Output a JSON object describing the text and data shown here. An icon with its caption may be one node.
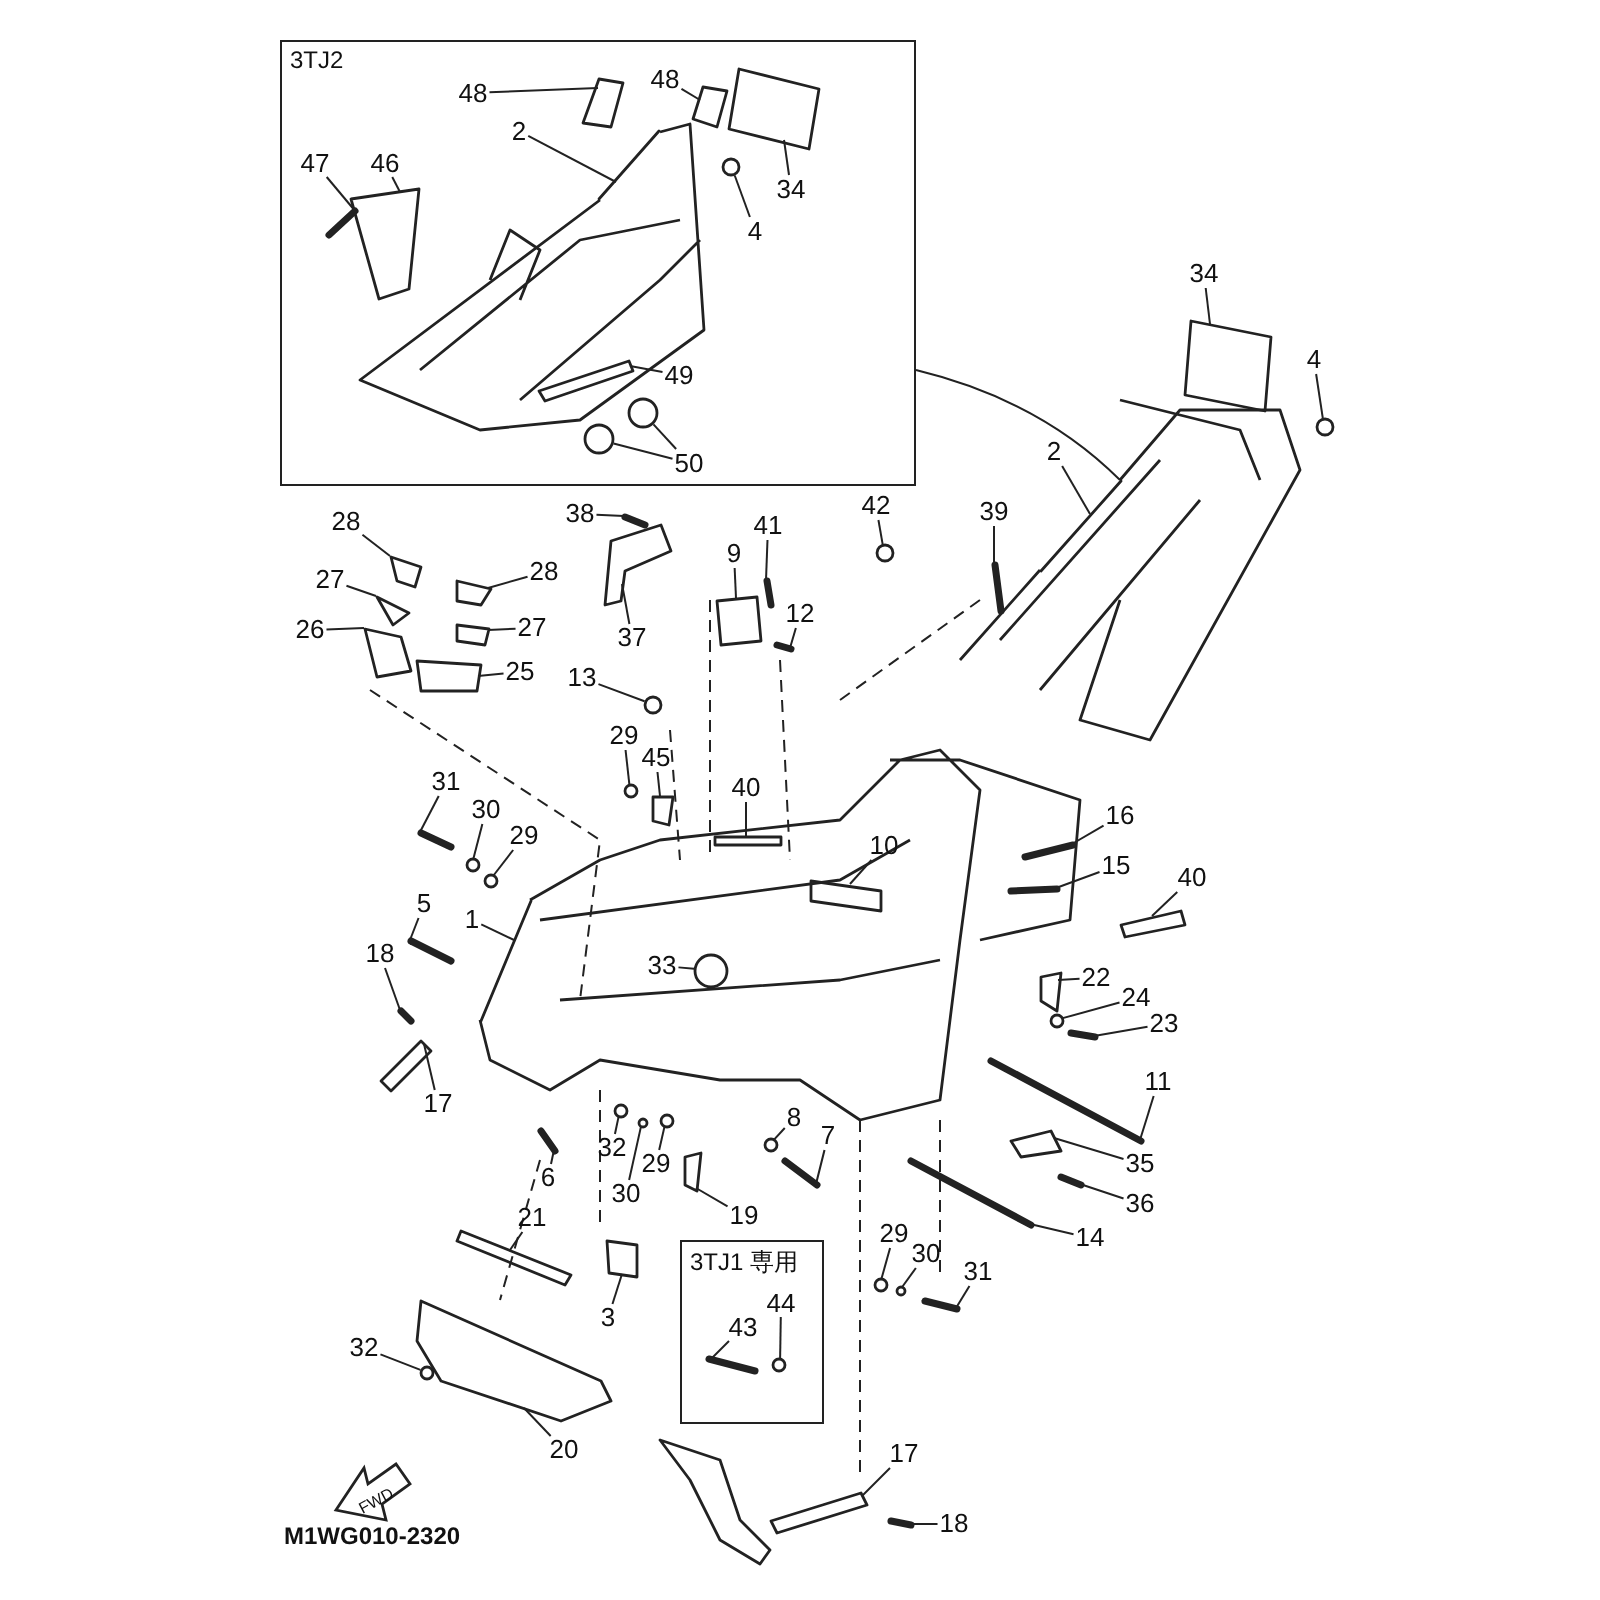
{
  "diagram": {
    "nodes": [
      {
        "text": [
          "3TJ2"
        ]
      },
      {
        "text": [
          "47"
        ],
        "in": 0
      },
      {
        "text": [
          "46"
        ],
        "in": 0
      },
      {
        "text": [
          "48"
        ],
        "in": 0
      },
      {
        "text": [
          "48"
        ],
        "in": 0
      },
      {
        "text": [
          "2"
        ],
        "in": 0
      },
      {
        "text": [
          "34"
        ],
        "in": 0
      },
      {
        "text": [
          "4"
        ],
        "in": 0
      },
      {
        "text": [
          "49"
        ],
        "in": 0
      },
      {
        "text": [
          "50"
        ],
        "in": 0
      },
      {
        "text": [
          "34"
        ]
      },
      {
        "text": [
          "4"
        ]
      },
      {
        "text": [
          "2"
        ]
      },
      {
        "text": [
          "42"
        ]
      },
      {
        "text": [
          "39"
        ]
      },
      {
        "text": [
          "38"
        ]
      },
      {
        "text": [
          "9"
        ]
      },
      {
        "text": [
          "41"
        ]
      },
      {
        "text": [
          "12"
        ]
      },
      {
        "text": [
          "28"
        ]
      },
      {
        "text": [
          "28"
        ]
      },
      {
        "text": [
          "27"
        ]
      },
      {
        "text": [
          "27"
        ]
      },
      {
        "text": [
          "26"
        ]
      },
      {
        "text": [
          "25"
        ]
      },
      {
        "text": [
          "37"
        ]
      },
      {
        "text": [
          "13"
        ]
      },
      {
        "text": [
          "29"
        ]
      },
      {
        "text": [
          "45"
        ]
      },
      {
        "text": [
          "40"
        ]
      },
      {
        "text": [
          "31"
        ]
      },
      {
        "text": [
          "30"
        ]
      },
      {
        "text": [
          "29"
        ]
      },
      {
        "text": [
          "16"
        ]
      },
      {
        "text": [
          "15"
        ]
      },
      {
        "text": [
          "10"
        ]
      },
      {
        "text": [
          "40"
        ]
      },
      {
        "text": [
          "5"
        ]
      },
      {
        "text": [
          "1"
        ]
      },
      {
        "text": [
          "33"
        ]
      },
      {
        "text": [
          "18"
        ]
      },
      {
        "text": [
          "22"
        ]
      },
      {
        "text": [
          "24"
        ]
      },
      {
        "text": [
          "23"
        ]
      },
      {
        "text": [
          "17"
        ]
      },
      {
        "text": [
          "11"
        ]
      },
      {
        "text": [
          "8"
        ]
      },
      {
        "text": [
          "7"
        ]
      },
      {
        "text": [
          "35"
        ]
      },
      {
        "text": [
          "36"
        ]
      },
      {
        "text": [
          "6"
        ]
      },
      {
        "text": [
          "32"
        ]
      },
      {
        "text": [
          "29"
        ]
      },
      {
        "text": [
          "30"
        ]
      },
      {
        "text": [
          "19"
        ]
      },
      {
        "text": [
          "14"
        ]
      },
      {
        "text": [
          "29"
        ]
      },
      {
        "text": [
          "30"
        ]
      },
      {
        "text": [
          "31"
        ]
      },
      {
        "text": [
          "21"
        ]
      },
      {
        "text": [
          "3"
        ]
      },
      {
        "text": [
          "3TJ1 専用"
        ]
      },
      {
        "text": [
          "43"
        ],
        "in": 61
      },
      {
        "text": [
          "44"
        ],
        "in": 61
      },
      {
        "text": [
          "32"
        ]
      },
      {
        "text": [
          "20"
        ]
      },
      {
        "text": [
          "17"
        ]
      },
      {
        "text": [
          "18"
        ]
      },
      {
        "text": [],
        "shape": "bar",
        "in": 0
      },
      {
        "text": [],
        "shape": "picture",
        "in": 0
      },
      {
        "text": [],
        "shape": "picture",
        "in": 0
      },
      {
        "text": [],
        "shape": "picture",
        "in": 0
      },
      {
        "text": [],
        "shape": "bar",
        "in": 0
      },
      {
        "text": [],
        "shape": "picture",
        "in": 0
      },
      {
        "text": [],
        "shape": "circle",
        "in": 0
      },
      {
        "text": [],
        "shape": "picture",
        "in": 0
      },
      {
        "text": [],
        "shape": "circle",
        "in": 0
      },
      {
        "text": [],
        "shape": "picture"
      },
      {
        "text": [],
        "shape": "circle"
      },
      {
        "text": [],
        "shape": "bar"
      },
      {
        "text": [],
        "shape": "circle"
      },
      {
        "text": [],
        "shape": "bar"
      },
      {
        "text": [],
        "shape": "bar"
      },
      {
        "text": [],
        "shape": "picture"
      },
      {
        "text": [],
        "shape": "bar"
      },
      {
        "text": [],
        "shape": "bar"
      },
      {
        "text": [],
        "shape": "picture"
      },
      {
        "text": [],
        "shape": "picture"
      },
      {
        "text": [],
        "shape": "picture"
      },
      {
        "text": [],
        "shape": "picture"
      },
      {
        "text": [],
        "shape": "picture"
      },
      {
        "text": [],
        "shape": "box"
      },
      {
        "text": [],
        "shape": "picture"
      },
      {
        "text": [],
        "shape": "circle"
      },
      {
        "text": [],
        "shape": "circle"
      },
      {
        "text": [],
        "shape": "picture"
      },
      {
        "text": [],
        "shape": "box"
      },
      {
        "text": [],
        "shape": "bar"
      },
      {
        "text": [],
        "shape": "circle"
      },
      {
        "text": [],
        "shape": "circle"
      },
      {
        "text": [],
        "shape": "bar"
      },
      {
        "text": [],
        "shape": "bar"
      },
      {
        "text": [],
        "shape": "box"
      },
      {
        "text": [],
        "shape": "box"
      },
      {
        "text": [],
        "shape": "bar"
      },
      {
        "text": [],
        "shape": "bar"
      },
      {
        "text": [],
        "shape": "circle"
      },
      {
        "text": [],
        "shape": "bar"
      },
      {
        "text": [],
        "shape": "picture"
      },
      {
        "text": [],
        "shape": "circle"
      },
      {
        "text": [],
        "shape": "bar"
      },
      {
        "text": [],
        "shape": "picture"
      },
      {
        "text": [],
        "shape": "bar"
      },
      {
        "text": [],
        "shape": "circle"
      },
      {
        "text": [],
        "shape": "bar"
      },
      {
        "text": [],
        "shape": "picture"
      },
      {
        "text": [],
        "shape": "bar"
      },
      {
        "text": [],
        "shape": "bar"
      },
      {
        "text": [],
        "shape": "circle"
      },
      {
        "text": [],
        "shape": "circle"
      },
      {
        "text": [],
        "shape": "circle"
      },
      {
        "text": [],
        "shape": "picture"
      },
      {
        "text": [],
        "shape": "bar"
      },
      {
        "text": [],
        "shape": "circle"
      },
      {
        "text": [],
        "shape": "circle"
      },
      {
        "text": [],
        "shape": "bar"
      },
      {
        "text": [],
        "shape": "picture"
      },
      {
        "text": [],
        "shape": "box"
      },
      {
        "text": [],
        "shape": "bar",
        "in": 61
      },
      {
        "text": [],
        "shape": "circle",
        "in": 61
      },
      {
        "text": [],
        "shape": "circle"
      },
      {
        "text": [],
        "shape": "picture"
      },
      {
        "text": [],
        "shape": "picture"
      },
      {
        "text": [],
        "shape": "bar"
      },
      {
        "text": [],
        "shape": "circle",
        "in": 0
      }
    ],
    "edges": [
      {
        "from": 1,
        "to": 68,
        "arrow": "none"
      },
      {
        "from": 2,
        "to": 69,
        "arrow": "none"
      },
      {
        "from": 3,
        "to": 70,
        "arrow": "none"
      },
      {
        "from": 4,
        "to": 71,
        "arrow": "none"
      },
      {
        "from": 5,
        "to": 72,
        "arrow": "none"
      },
      {
        "from": 6,
        "to": 73,
        "arrow": "none"
      },
      {
        "from": 7,
        "to": 74,
        "arrow": "none"
      },
      {
        "from": 8,
        "to": 75,
        "arrow": "none"
      },
      {
        "from": 9,
        "to": 76,
        "arrow": "none"
      },
      {
        "from": 9,
        "to": 134,
        "arrow": "none"
      },
      {
        "from": 10,
        "to": 77,
        "arrow": "none"
      },
      {
        "from": 11,
        "to": 78,
        "arrow": "none"
      },
      {
        "from": 12,
        "to": 79,
        "arrow": "none"
      },
      {
        "from": 13,
        "to": 80,
        "arrow": "none"
      },
      {
        "from": 14,
        "to": 81,
        "arrow": "none"
      },
      {
        "from": 15,
        "to": 82,
        "arrow": "none"
      },
      {
        "from": 16,
        "to": 83,
        "arrow": "none"
      },
      {
        "from": 17,
        "to": 84,
        "arrow": "none"
      },
      {
        "from": 18,
        "to": 85,
        "arrow": "none"
      },
      {
        "from": 19,
        "to": 86,
        "arrow": "none"
      },
      {
        "from": 20,
        "to": 87,
        "arrow": "none"
      },
      {
        "from": 21,
        "to": 88,
        "arrow": "none"
      },
      {
        "from": 22,
        "to": 89,
        "arrow": "none"
      },
      {
        "from": 23,
        "to": 90,
        "arrow": "none"
      },
      {
        "from": 24,
        "to": 91,
        "arrow": "none"
      },
      {
        "from": 25,
        "to": 92,
        "arrow": "none"
      },
      {
        "from": 26,
        "to": 93,
        "arrow": "none"
      },
      {
        "from": 27,
        "to": 94,
        "arrow": "none"
      },
      {
        "from": 28,
        "to": 95,
        "arrow": "none"
      },
      {
        "from": 29,
        "to": 96,
        "arrow": "none"
      },
      {
        "from": 30,
        "to": 97,
        "arrow": "none"
      },
      {
        "from": 31,
        "to": 98,
        "arrow": "none"
      },
      {
        "from": 32,
        "to": 99,
        "arrow": "none"
      },
      {
        "from": 33,
        "to": 100,
        "arrow": "none"
      },
      {
        "from": 34,
        "to": 101,
        "arrow": "none"
      },
      {
        "from": 35,
        "to": 102,
        "arrow": "none"
      },
      {
        "from": 36,
        "to": 103,
        "arrow": "none"
      },
      {
        "from": 37,
        "to": 104,
        "arrow": "none"
      },
      {
        "from": 38,
        "to": 105,
        "arrow": "none"
      },
      {
        "from": 39,
        "to": 106,
        "arrow": "none"
      },
      {
        "from": 40,
        "to": 107,
        "arrow": "none"
      },
      {
        "from": 41,
        "to": 108,
        "arrow": "none"
      },
      {
        "from": 42,
        "to": 109,
        "arrow": "none"
      },
      {
        "from": 43,
        "to": 110,
        "arrow": "none"
      },
      {
        "from": 44,
        "to": 111,
        "arrow": "none"
      },
      {
        "from": 45,
        "to": 112,
        "arrow": "none"
      },
      {
        "from": 46,
        "to": 113,
        "arrow": "none"
      },
      {
        "from": 47,
        "to": 114,
        "arrow": "none"
      },
      {
        "from": 48,
        "to": 115,
        "arrow": "none"
      },
      {
        "from": 49,
        "to": 116,
        "arrow": "none"
      },
      {
        "from": 50,
        "to": 117,
        "arrow": "none"
      },
      {
        "from": 51,
        "to": 118,
        "arrow": "none"
      },
      {
        "from": 52,
        "to": 119,
        "arrow": "none"
      },
      {
        "from": 53,
        "to": 120,
        "arrow": "none"
      },
      {
        "from": 54,
        "to": 121,
        "arrow": "none"
      },
      {
        "from": 55,
        "to": 122,
        "arrow": "none"
      },
      {
        "from": 56,
        "to": 123,
        "arrow": "none"
      },
      {
        "from": 57,
        "to": 124,
        "arrow": "none"
      },
      {
        "from": 58,
        "to": 125,
        "arrow": "none"
      },
      {
        "from": 59,
        "to": 126,
        "arrow": "none"
      },
      {
        "from": 60,
        "to": 127,
        "arrow": "none"
      },
      {
        "from": 62,
        "to": 128,
        "arrow": "none"
      },
      {
        "from": 63,
        "to": 129,
        "arrow": "none"
      },
      {
        "from": 64,
        "to": 130,
        "arrow": "none"
      },
      {
        "from": 65,
        "to": 131,
        "arrow": "none"
      },
      {
        "from": 66,
        "to": 132,
        "arrow": "none"
      },
      {
        "from": 67,
        "to": 133,
        "arrow": "none"
      },
      {
        "from": 0,
        "to": 79,
        "arrow": "none"
      }
    ],
    "labels": [
      "FWD",
      "M1WG010-2320"
    ]
  }
}
